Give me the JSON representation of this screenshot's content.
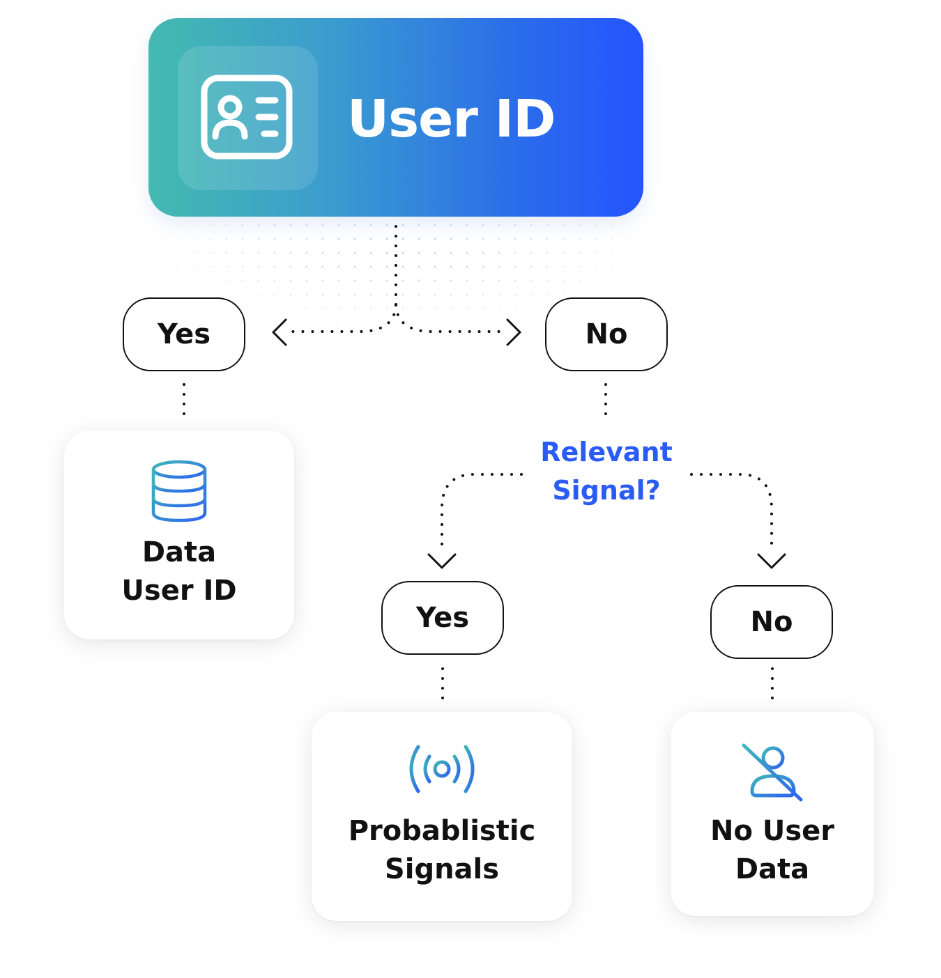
{
  "root": {
    "title": "User ID",
    "icon": "id-card-icon"
  },
  "level1": {
    "yes_label": "Yes",
    "no_label": "No"
  },
  "question": {
    "text": "Relevant\nSignal?",
    "color": "#2a5cf5"
  },
  "level2": {
    "yes_label": "Yes",
    "no_label": "No"
  },
  "outcomes": {
    "data_user_id": {
      "label": "Data\nUser ID",
      "icon": "database-icon"
    },
    "probabilistic": {
      "label": "Probablistic\nSignals",
      "icon": "signal-antenna-icon"
    },
    "no_user_data": {
      "label": "No User\nData",
      "icon": "user-slash-icon"
    }
  },
  "colors": {
    "gradient_start": "#44bab0",
    "gradient_end": "#2554ff",
    "accent_blue": "#2a5cf5",
    "icon_gradient_start": "#3fb6b8",
    "icon_gradient_end": "#2d64f0"
  }
}
